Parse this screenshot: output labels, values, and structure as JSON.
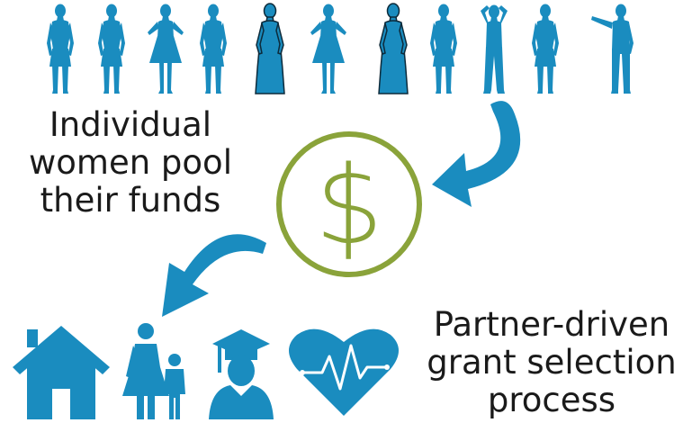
{
  "pool_label": {
    "line1": "Individual",
    "line2": "women pool",
    "line3": "their funds"
  },
  "selection_label": {
    "line1": "Partner-driven",
    "line2": "grant selection",
    "line3": "process"
  },
  "dollar_symbol": "$",
  "colors": {
    "blue": "#1a8cbf",
    "green": "#8aa33a",
    "outline": "#0d2a3a",
    "text": "#1a1a1a"
  },
  "icons": [
    "women-silhouette-icon",
    "dollar-circle-icon",
    "curved-arrow-icon",
    "house-icon",
    "mother-child-icon",
    "graduate-icon",
    "heart-pulse-icon"
  ]
}
